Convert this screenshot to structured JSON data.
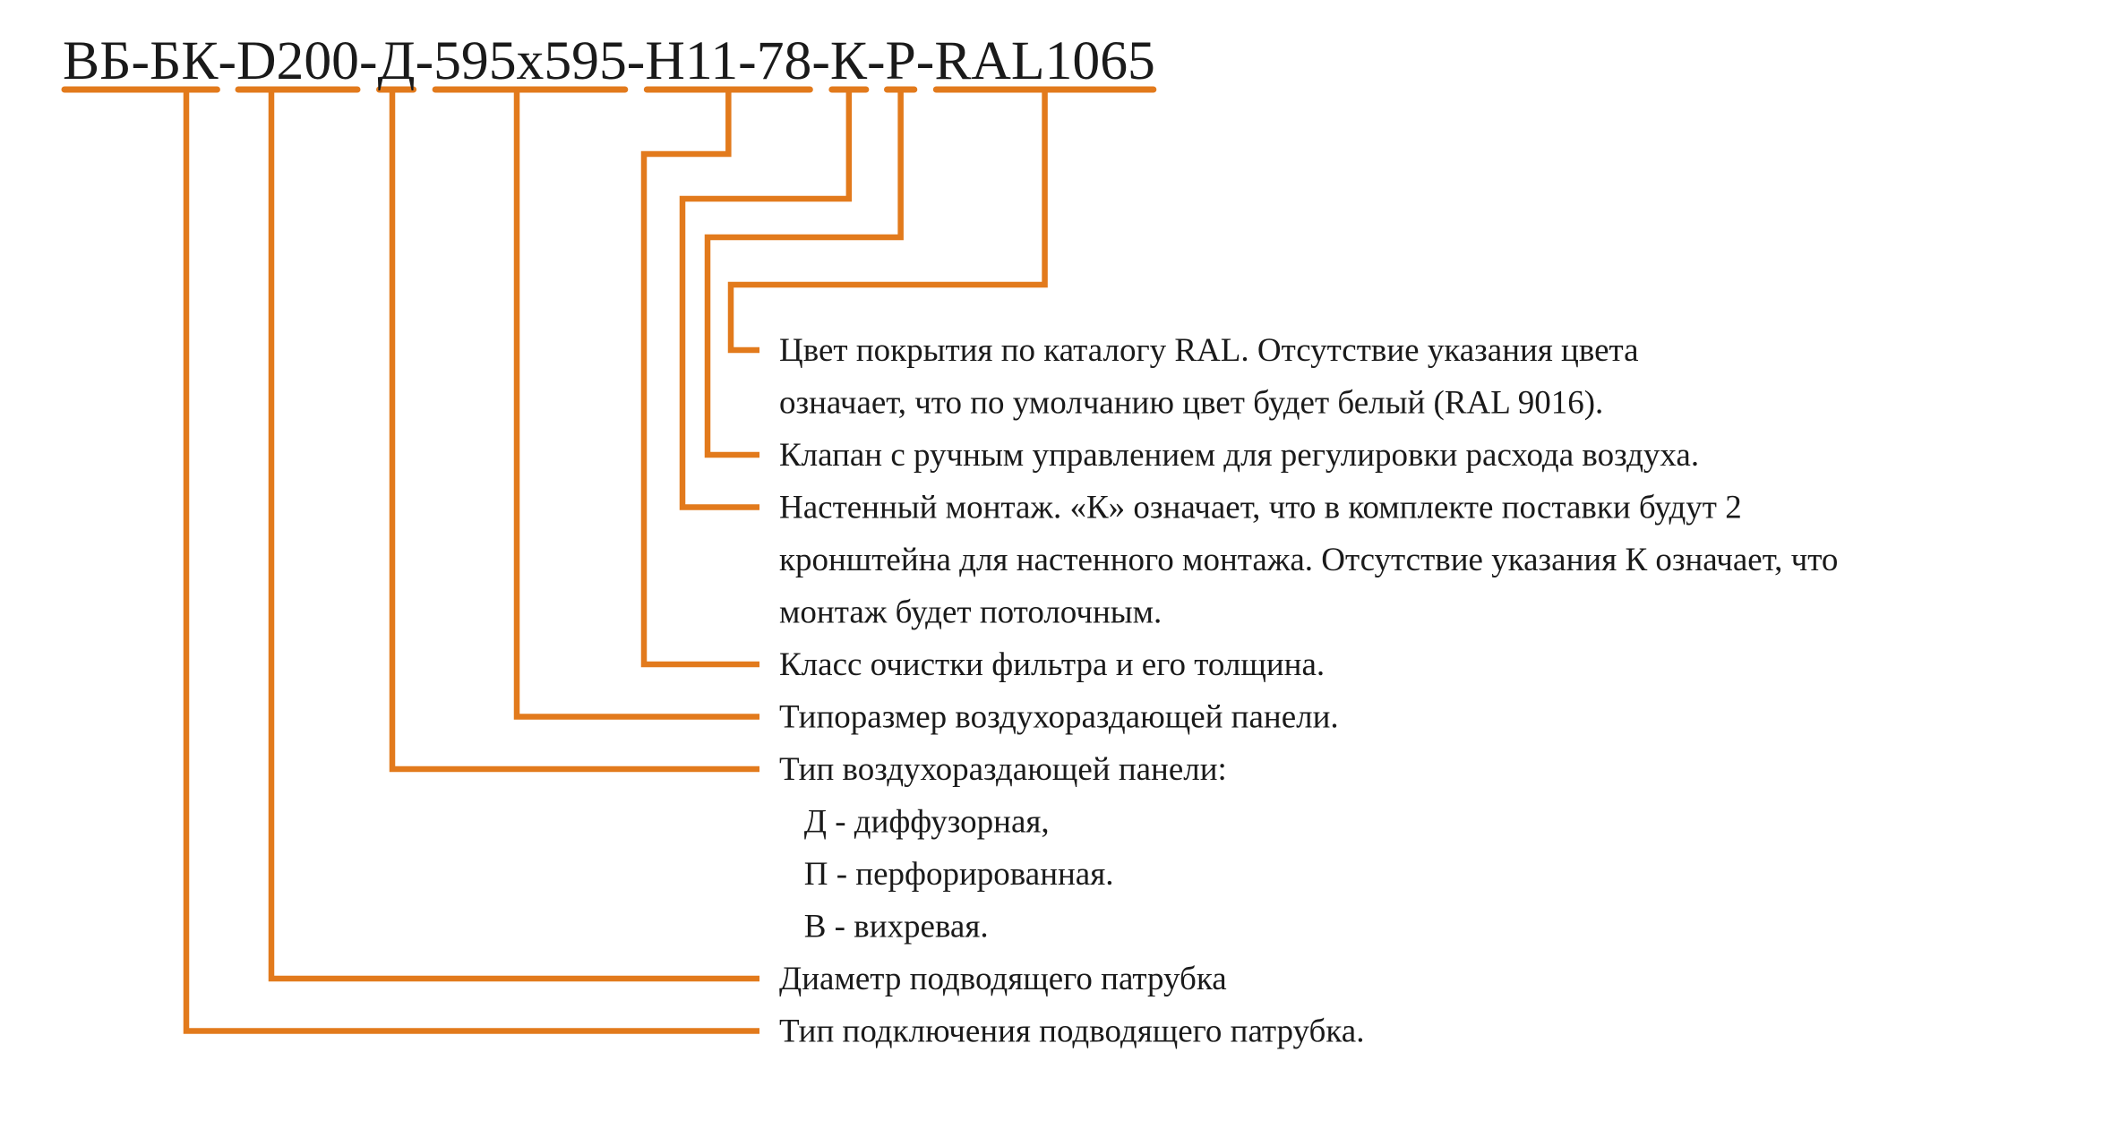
{
  "accent_color": "#e27a1c",
  "code": {
    "segments": [
      {
        "text": "ВБ-БК",
        "id": "vb-bk"
      },
      {
        "text": "-",
        "id": "sep"
      },
      {
        "text": "D200",
        "id": "d200"
      },
      {
        "text": "-",
        "id": "sep"
      },
      {
        "text": "Д",
        "id": "d"
      },
      {
        "text": "-",
        "id": "sep"
      },
      {
        "text": "595x595",
        "id": "size"
      },
      {
        "text": "-",
        "id": "sep"
      },
      {
        "text": "Н11-78",
        "id": "filter"
      },
      {
        "text": "-",
        "id": "sep"
      },
      {
        "text": "К",
        "id": "k"
      },
      {
        "text": "-",
        "id": "sep"
      },
      {
        "text": "Р",
        "id": "r"
      },
      {
        "text": "-",
        "id": "sep"
      },
      {
        "text": "RAL1065",
        "id": "ral"
      }
    ]
  },
  "descriptions": [
    {
      "id": "ral",
      "lines": [
        "Цвет покрытия по каталогу RAL. Отсутствие указания цвета",
        "означает, что по умолчанию цвет будет белый (RAL 9016)."
      ]
    },
    {
      "id": "r",
      "lines": [
        "Клапан с ручным управлением для регулировки расхода воздуха."
      ]
    },
    {
      "id": "k",
      "lines": [
        "Настенный монтаж. «К» означает, что в комплекте поставки будут 2",
        "кронштейна для настенного монтажа. Отсутствие указания К означает, что",
        "монтаж будет потолочным."
      ]
    },
    {
      "id": "filter",
      "lines": [
        "Класс очистки фильтра и его толщина."
      ]
    },
    {
      "id": "size",
      "lines": [
        "Типоразмер воздухораздающей панели."
      ]
    },
    {
      "id": "d",
      "lines": [
        "Тип воздухораздающей панели:",
        "   Д - диффузорная,",
        "   П - перфорированная.",
        "   В - вихревая."
      ]
    },
    {
      "id": "d200",
      "lines": [
        "Диаметр подводящего патрубка"
      ]
    },
    {
      "id": "vb-bk",
      "lines": [
        "Тип подключения подводящего патрубка."
      ]
    }
  ]
}
